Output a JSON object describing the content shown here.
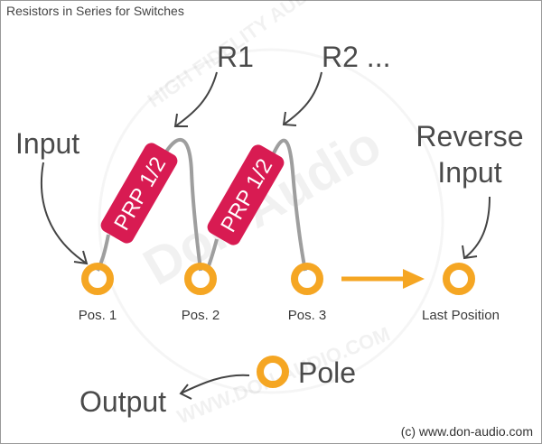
{
  "title": "Resistors in Series for Switches",
  "copyright": "(c) www.don-audio.com",
  "watermark": {
    "brand": "Don Audio",
    "top_arc": "HIGH FIDELITY AUDIO COMPONENTS",
    "bottom_arc": "WWW.DON-AUDIO.COM"
  },
  "labels": {
    "input": "Input",
    "r1": "R1",
    "r2": "R2 ...",
    "reverse_line1": "Reverse",
    "reverse_line2": "Input",
    "pole": "Pole",
    "output": "Output"
  },
  "positions": [
    "Pos. 1",
    "Pos. 2",
    "Pos. 3",
    "Last Position"
  ],
  "resistor_label": "PRP 1/2",
  "colors": {
    "terminal": "#f5a623",
    "arrow": "#f5a623",
    "resistor": "#d81b52",
    "wire": "#9e9e9e",
    "pointer": "#444444"
  }
}
